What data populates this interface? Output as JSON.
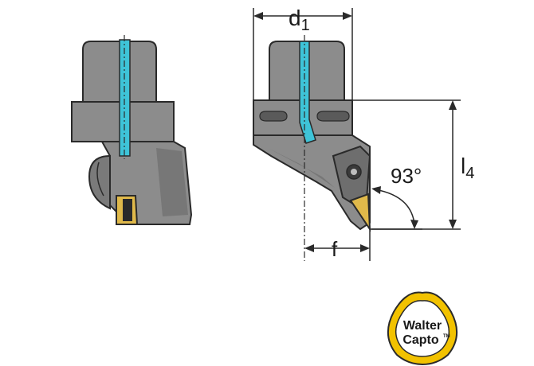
{
  "dimensions": {
    "d1": {
      "symbol": "d",
      "subscript": "1"
    },
    "l4": {
      "symbol": "l",
      "subscript": "4"
    },
    "f": {
      "symbol": "f"
    },
    "angle": {
      "value": "93",
      "unit": "°"
    }
  },
  "logo": {
    "line1": "Walter",
    "line2": "Capto",
    "mark": "TM"
  },
  "colors": {
    "body_gray": "#8c8c8c",
    "body_dark": "#6e6e6e",
    "coolant": "#3ec4d8",
    "insert_gold": "#e0b94a",
    "logo_ring": "#f2c200"
  }
}
